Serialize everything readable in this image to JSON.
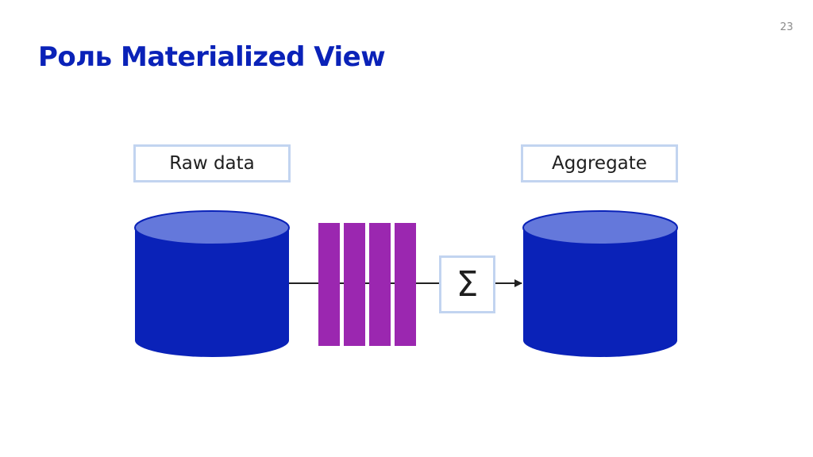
{
  "slide": {
    "title": "Роль Materialized View",
    "page_number": "23"
  },
  "diagram": {
    "source_label": "Raw data",
    "target_label": "Aggregate",
    "operator_symbol": "Σ",
    "queue_block_count": 4,
    "colors": {
      "title": "#0a22b8",
      "cylinder_body": "#0a22b8",
      "cylinder_top": "#6478db",
      "queue_blocks": "#9b27b0",
      "box_border": "#c2d4f0",
      "connector": "#222222"
    }
  }
}
